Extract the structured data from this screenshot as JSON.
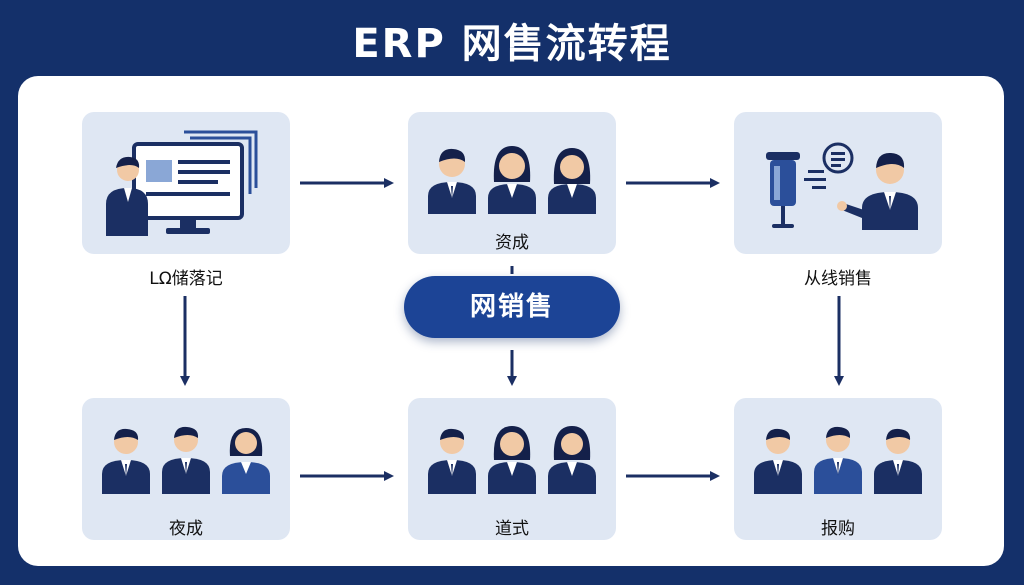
{
  "title": "ERP 网售流转程",
  "colors": {
    "background": "#14306a",
    "panel": "#ffffff",
    "card": "#dfe7f3",
    "accent": "#1c4496",
    "navy": "#1b2f63"
  },
  "nodes": {
    "register": {
      "label": "LΩ储落记",
      "icon": "computer-operator-icon"
    },
    "assets": {
      "label": "资成",
      "icon": "three-people-icon"
    },
    "online_sales": {
      "label": "从线销售",
      "icon": "sales-agent-icon"
    },
    "night": {
      "label": "夜成",
      "icon": "three-people-icon"
    },
    "channel": {
      "label": "道式",
      "icon": "three-people-icon"
    },
    "report": {
      "label": "报购",
      "icon": "three-people-icon"
    }
  },
  "center_pill": {
    "label": "网销售"
  }
}
